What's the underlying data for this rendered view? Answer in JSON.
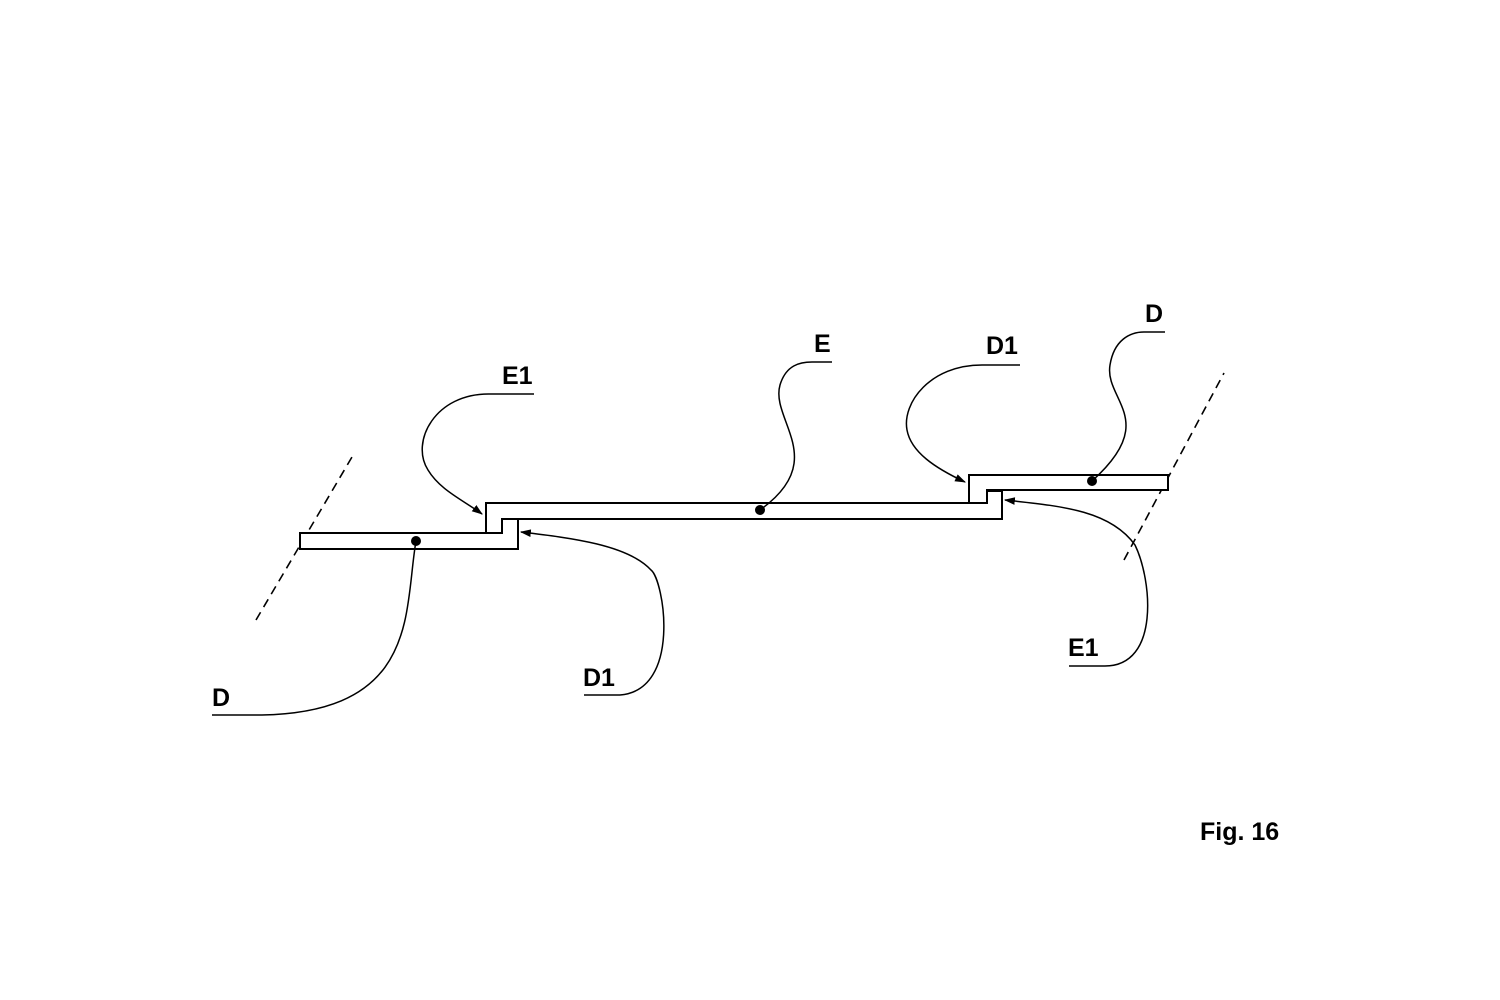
{
  "figure": {
    "caption": "Fig. 16"
  },
  "labels": {
    "d_left": "D",
    "d1_left": "D1",
    "e1_left": "E1",
    "e_center": "E",
    "d1_right": "D1",
    "d_right": "D",
    "e1_right": "E1"
  },
  "colors": {
    "stroke": "#000000",
    "background": "#ffffff"
  }
}
